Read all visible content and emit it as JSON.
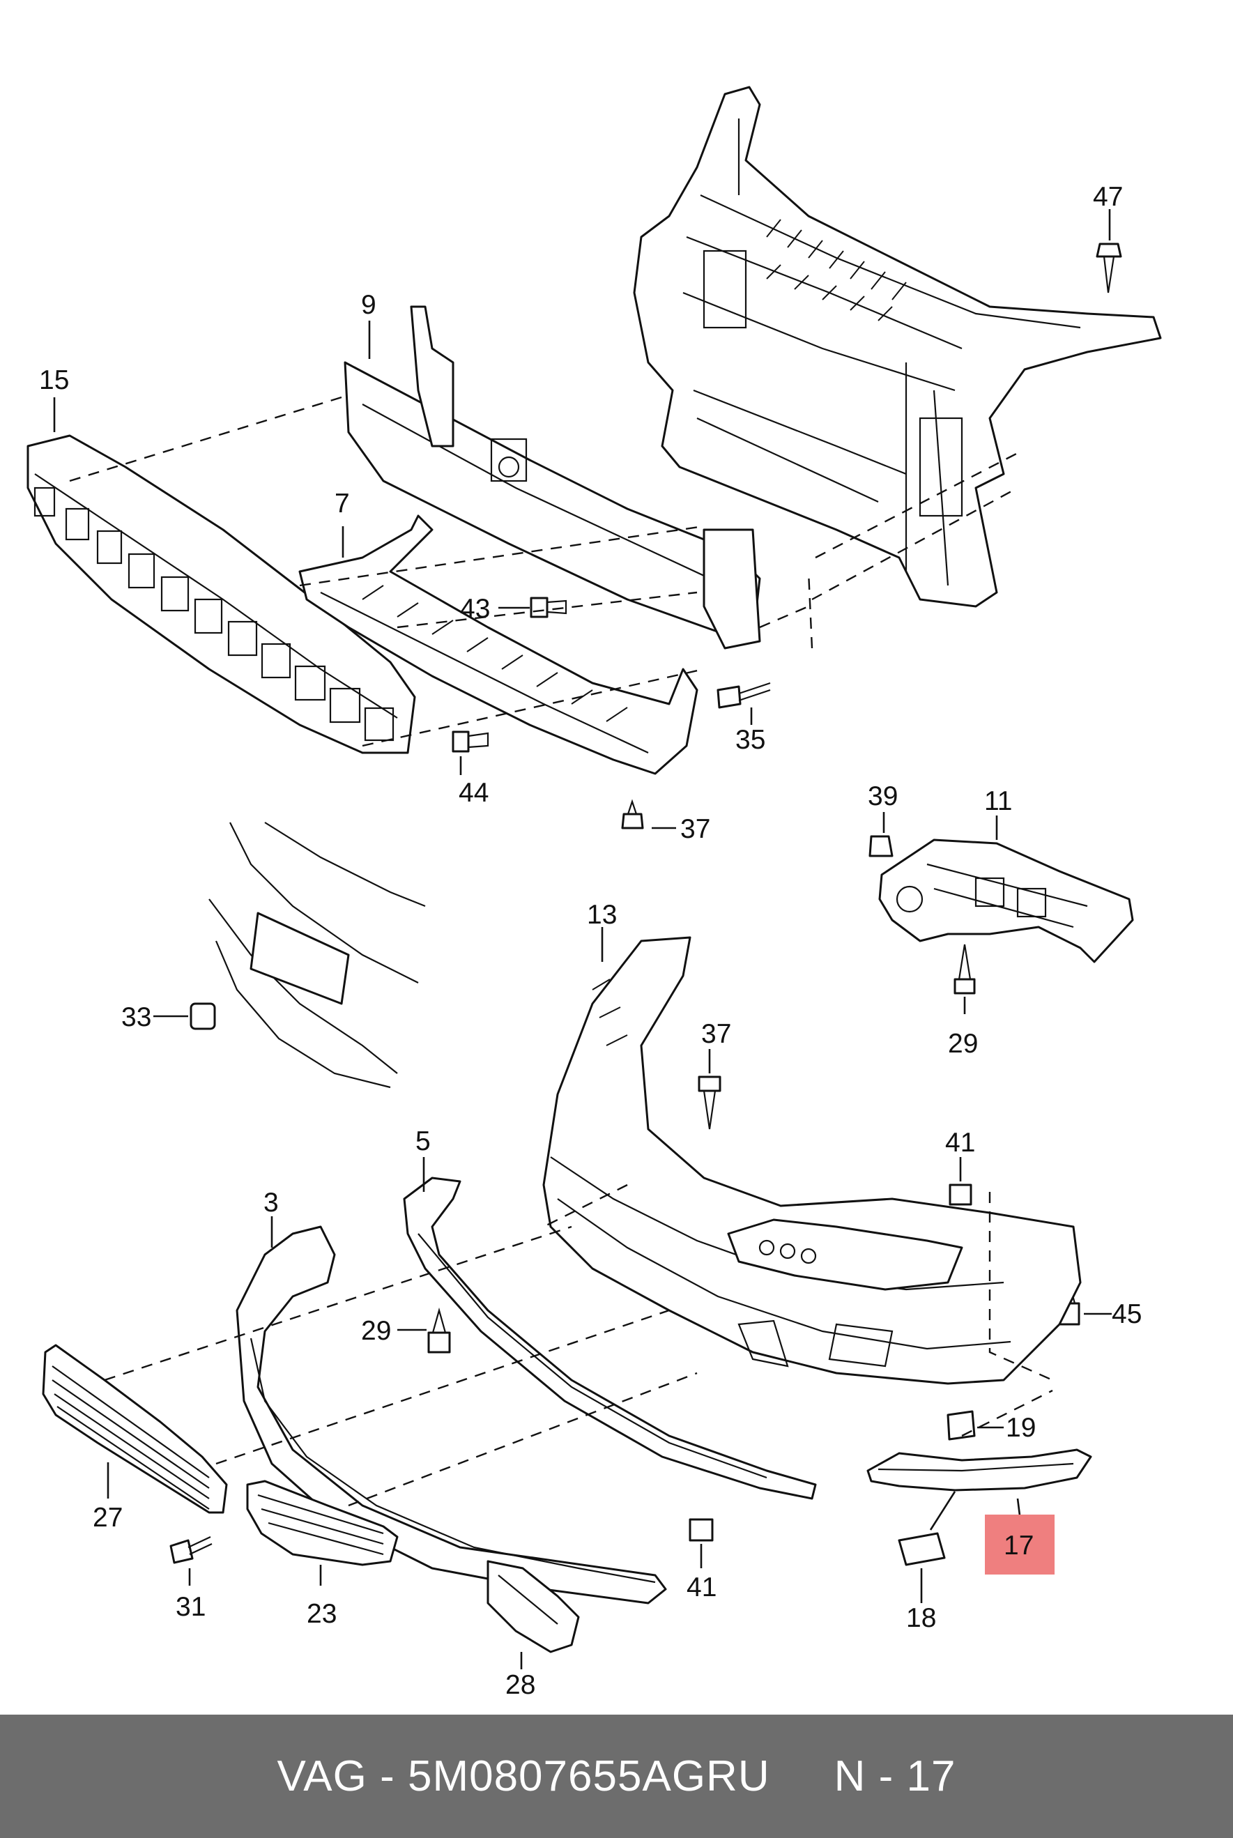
{
  "diagram": {
    "callouts": [
      {
        "id": "c15",
        "text": "15"
      },
      {
        "id": "c9",
        "text": "9"
      },
      {
        "id": "c7",
        "text": "7"
      },
      {
        "id": "c47",
        "text": "47"
      },
      {
        "id": "c43",
        "text": "43"
      },
      {
        "id": "c35",
        "text": "35"
      },
      {
        "id": "c44",
        "text": "44"
      },
      {
        "id": "c37a",
        "text": "37"
      },
      {
        "id": "c39",
        "text": "39"
      },
      {
        "id": "c11",
        "text": "11"
      },
      {
        "id": "c13",
        "text": "13"
      },
      {
        "id": "c33",
        "text": "33"
      },
      {
        "id": "c29a",
        "text": "29"
      },
      {
        "id": "c37b",
        "text": "37"
      },
      {
        "id": "c41a",
        "text": "41"
      },
      {
        "id": "c5",
        "text": "5"
      },
      {
        "id": "c3",
        "text": "3"
      },
      {
        "id": "c45",
        "text": "45"
      },
      {
        "id": "c29b",
        "text": "29"
      },
      {
        "id": "c19",
        "text": "19"
      },
      {
        "id": "c27",
        "text": "27"
      },
      {
        "id": "c17",
        "text": "17"
      },
      {
        "id": "c31",
        "text": "31"
      },
      {
        "id": "c23",
        "text": "23"
      },
      {
        "id": "c41b",
        "text": "41"
      },
      {
        "id": "c18",
        "text": "18"
      },
      {
        "id": "c28",
        "text": "28"
      }
    ],
    "highlighted_callout": "17",
    "highlight_color": "#ef7f7f"
  },
  "footer": {
    "brand": "VAG -",
    "part_number": "5M0807655AGRU",
    "position": "N - 17",
    "background": "#6d6d6d",
    "text_color": "#ffffff"
  }
}
